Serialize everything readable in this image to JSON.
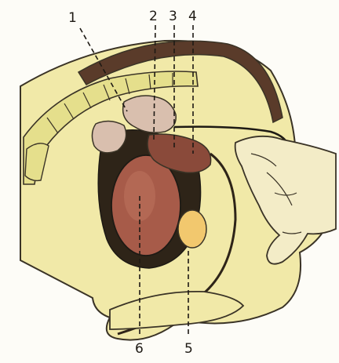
{
  "figure": {
    "labels": [
      "1",
      "2",
      "3",
      "4",
      "5",
      "6"
    ]
  },
  "colors": {
    "background": "#fdfcf7",
    "skin": "#f1e9a8",
    "bone": "#e5df8c",
    "bone_outline": "#3a3326",
    "muscle_dark": "#5a3b2a",
    "rectum_fill": "#a75b49",
    "gland_fill": "#d9bfae",
    "testis_fill": "#f2c86e",
    "line": "#1e1a14"
  }
}
